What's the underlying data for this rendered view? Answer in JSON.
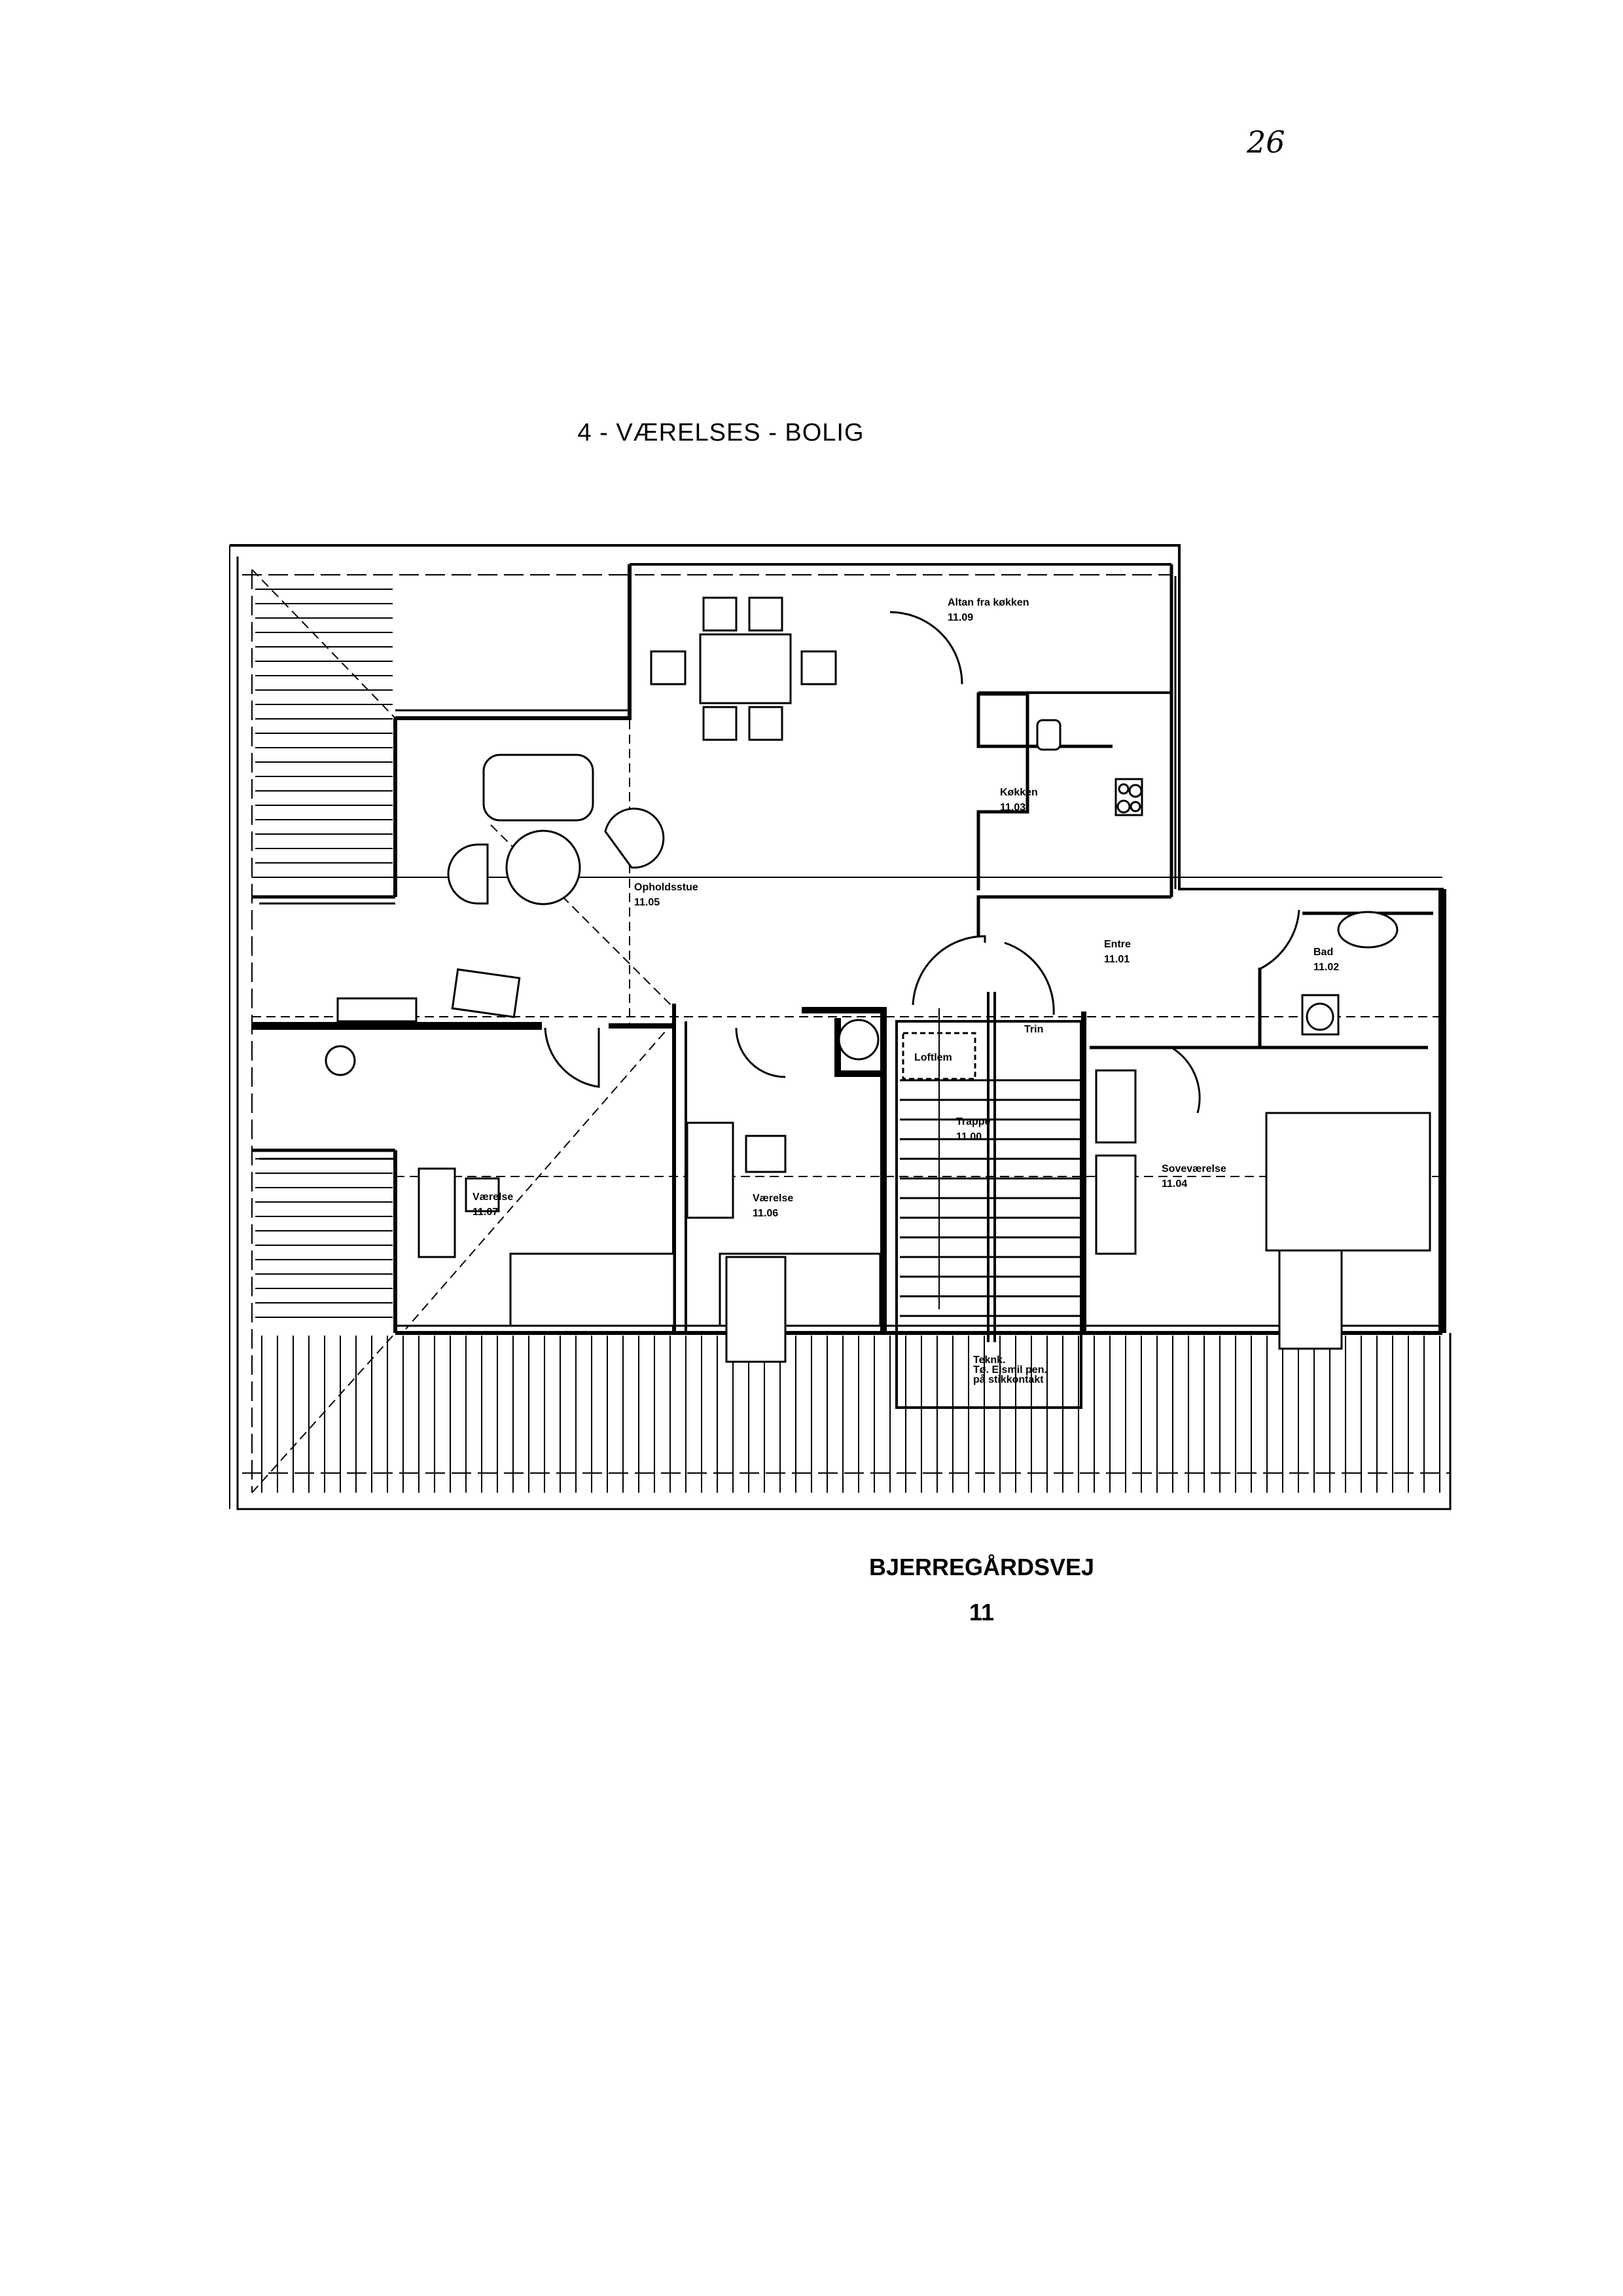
{
  "page_number": "26",
  "title": "4 - VÆRELSES - BOLIG",
  "address": {
    "street": "BJERREGÅRDSVEJ",
    "number": "11"
  },
  "rooms": [
    {
      "name": "Altan fra køkken",
      "number": "11.09"
    },
    {
      "name": "Køkken",
      "number": "11.03"
    },
    {
      "name": "Opholdsstue",
      "number": "11.05"
    },
    {
      "name": "Entre",
      "number": "11.01"
    },
    {
      "name": "Bad",
      "number": "11.02"
    },
    {
      "name": "Trappe",
      "number": "11.00"
    },
    {
      "name": "Soveværelse",
      "number": "11.04"
    },
    {
      "name": "Værelse",
      "number": "11.06"
    },
    {
      "name": "Værelse",
      "number": "11.07"
    }
  ],
  "annotations": {
    "loftlem": "Loftlem",
    "trin": "Trin",
    "teknik_1": "Teknk.",
    "teknik_2": "Tø. Elsmil pen.",
    "teknik_3": "på stikkontakt"
  }
}
